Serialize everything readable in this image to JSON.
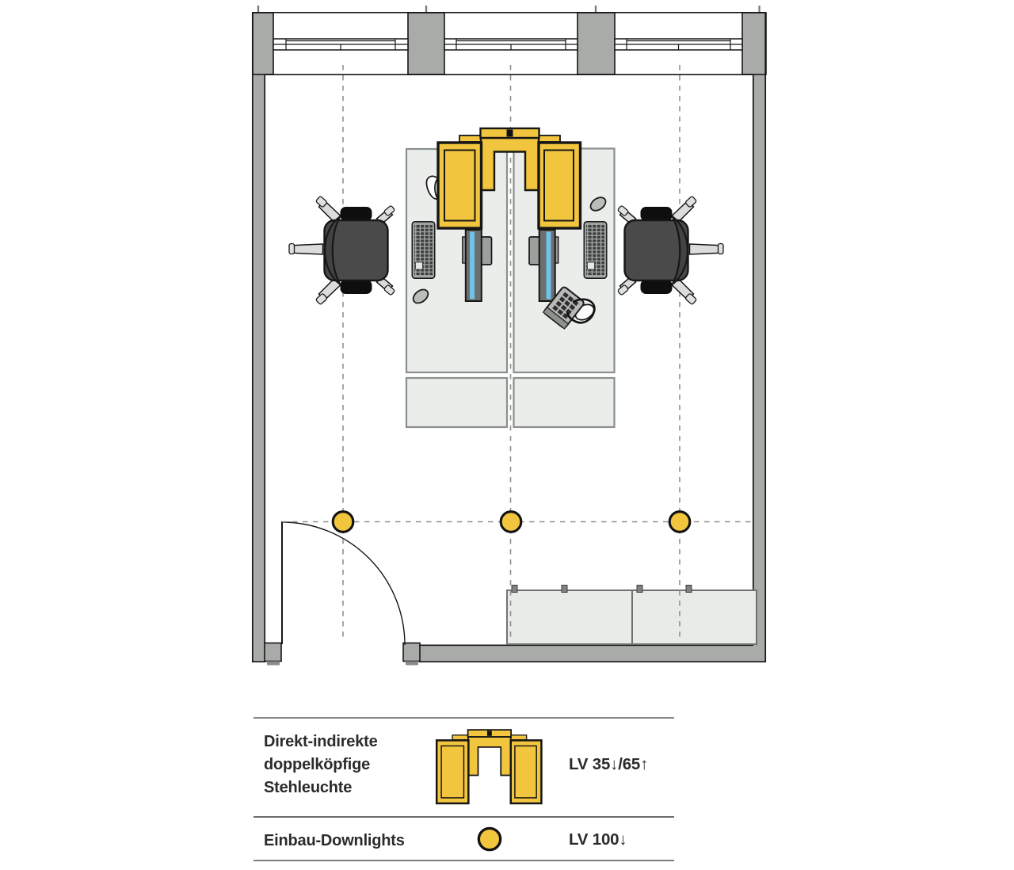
{
  "legend": {
    "rows": [
      {
        "symbol": "double-headed-floor-lamp",
        "label": "Direkt-indirekte doppelköpfige Stehleuchte",
        "value": "LV 35↓/65↑"
      },
      {
        "symbol": "recessed-downlight",
        "label": "Einbau-Downlights",
        "value": "LV 100↓"
      }
    ]
  },
  "plan": {
    "downlight_count": "3",
    "workstation_count": "2"
  },
  "colors": {
    "accent_yellow": "#F2C53E",
    "outline": "#161616",
    "wall_gray": "#A9ABA9",
    "tick_gray": "#7A7D7A",
    "desk_fill": "#EAEDEA",
    "desk_stroke": "#8A908C",
    "cabinet_fill": "#E8ECE9",
    "cabinet_stroke": "#6E7370",
    "chair_seat": "#4A4A4A",
    "chair_back": "#424242",
    "chair_black": "#0E0E0E",
    "chair_leg": "#DBDDDB",
    "monitor_gray": "#6B6F6D",
    "screen_blue": "#70C2E7",
    "stand_gray": "#9CA09D",
    "dash_gray": "#8F8F8F",
    "text_color": "#2B2B2B"
  }
}
